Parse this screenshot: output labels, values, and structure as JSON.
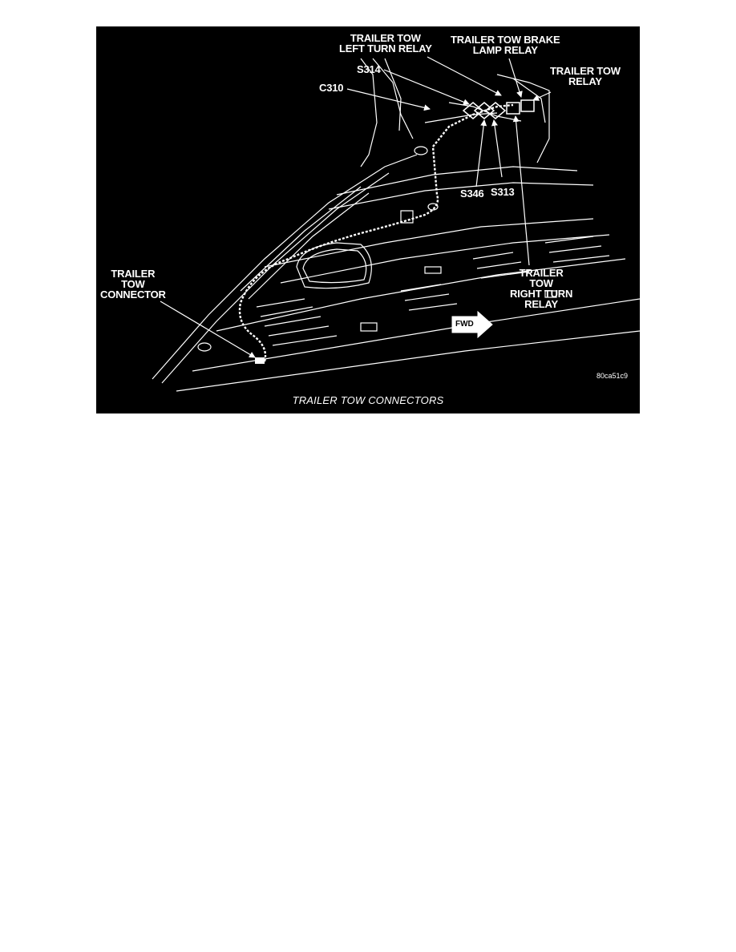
{
  "figure": {
    "caption": "TRAILER TOW CONNECTORS",
    "figure_id": "80ca51c9",
    "fwd_label": "FWD",
    "labels": {
      "left_turn_relay": "TRAILER TOW\nLEFT TURN RELAY",
      "brake_lamp_relay": "TRAILER TOW BRAKE\nLAMP RELAY",
      "tow_relay": "TRAILER TOW\nRELAY",
      "s314": "S314",
      "c310": "C310",
      "s346": "S346",
      "s313": "S313",
      "right_turn_relay": "TRAILER\nTOW\nRIGHT TURN\nRELAY",
      "tow_connector": "TRAILER\nTOW\nCONNECTOR"
    }
  },
  "colors": {
    "background": "#000000",
    "line": "#ffffff",
    "page": "#ffffff"
  }
}
